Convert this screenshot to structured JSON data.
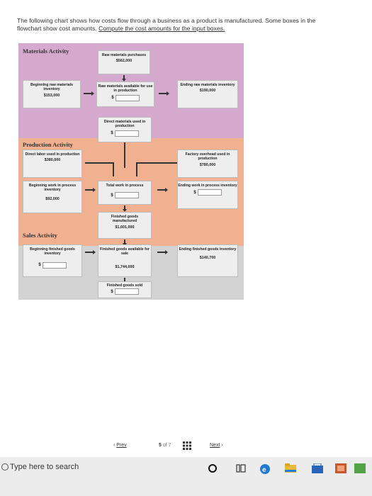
{
  "intro": {
    "line1": "The following chart shows how costs flow through a business as a product is manufactured. Some boxes in the",
    "line2a": "flowchart show cost amounts.",
    "line2b": "Compute the cost amounts for the input boxes."
  },
  "chart": {
    "materials_title": "Materials Activity",
    "production_title": "Production Activity",
    "sales_title": "Sales Activity",
    "raw_purchases": {
      "label": "Raw materials purchases",
      "value": "$562,000"
    },
    "beginning_raw": {
      "label": "Beginning raw materials inventory",
      "value": "$153,000"
    },
    "raw_available": {
      "label": "Raw materials available for use in production",
      "dollar": "$"
    },
    "ending_raw": {
      "label": "Ending raw materials inventory",
      "value": "$190,000"
    },
    "direct_materials": {
      "label": "Direct materials used in production",
      "dollar": "$"
    },
    "direct_labor": {
      "label": "Direct labor used in production",
      "value": "$380,000"
    },
    "factory_overhead": {
      "label": "Factory overhead used in production",
      "value": "$780,000"
    },
    "beginning_wip": {
      "label": "Beginning work in process inventory",
      "value": "$92,000"
    },
    "total_wip": {
      "label": "Total work in process",
      "dollar": "$"
    },
    "ending_wip": {
      "label": "Ending work in process inventory",
      "dollar": "$"
    },
    "fg_manufactured": {
      "label": "Finished goods manufactured",
      "value": "$1,601,000"
    },
    "beginning_fg": {
      "label": "Beginning finished goods inventory",
      "dollar": "$"
    },
    "fg_available": {
      "label": "Finished goods available for sale",
      "value": "$1,744,000"
    },
    "ending_fg": {
      "label": "Ending finished goods inventory",
      "value": "$140,700"
    },
    "fg_sold": {
      "label": "Finished goods sold",
      "dollar": "$"
    }
  },
  "nav": {
    "prev": "Prev",
    "page": "5",
    "of": "of 7",
    "next": "Next"
  },
  "taskbar": {
    "search_placeholder": "Type here to search"
  }
}
